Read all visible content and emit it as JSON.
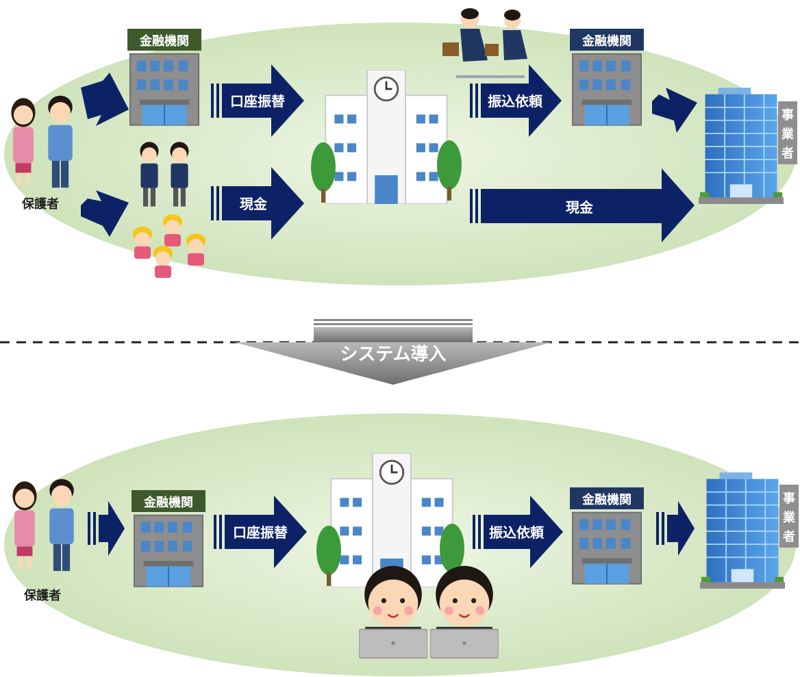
{
  "before": {
    "guardian_label": "保護者",
    "bank_label_left": "金融機関",
    "bank_label_right": "金融機関",
    "arrow_account_transfer": "口座振替",
    "arrow_cash_to_school": "現金",
    "arrow_transfer_request": "振込依頼",
    "arrow_cash_to_vendor": "現金",
    "vendor_label": [
      "事",
      "業",
      "者"
    ]
  },
  "transition": {
    "label": "システム導入"
  },
  "after": {
    "guardian_label": "保護者",
    "bank_label_left": "金融機関",
    "bank_label_right": "金融機関",
    "arrow_account_transfer": "口座振替",
    "arrow_transfer_request": "振込依頼",
    "vendor_label": [
      "事",
      "業",
      "者"
    ]
  },
  "colors": {
    "ellipse": "#d5e6c4",
    "arrow": "#0d2266",
    "bank_label_bg": "#3e5a2c",
    "bank_label_bg2": "#213763",
    "building_gray": "#8c8c8c",
    "window_blue": "#4a86c8",
    "vendor_blue": "#3a8ad8",
    "system_arrow": "#8c8c8c"
  }
}
